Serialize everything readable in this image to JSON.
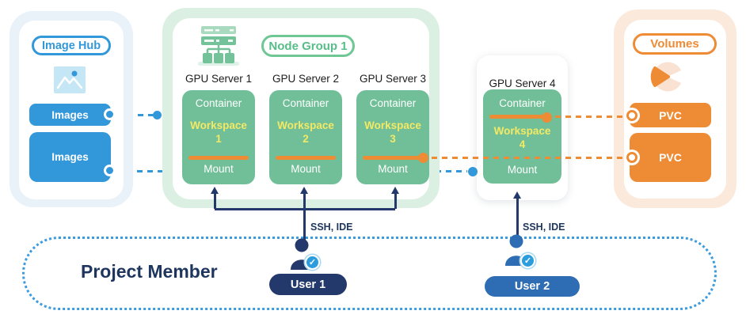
{
  "image_hub": {
    "title": "Image Hub",
    "images": [
      "Images",
      "Images"
    ]
  },
  "node_group": {
    "title": "Node Group 1",
    "servers": [
      {
        "name": "GPU Server 1",
        "container": "Container",
        "workspace": "Workspace 1",
        "mount": "Mount"
      },
      {
        "name": "GPU Server 2",
        "container": "Container",
        "workspace": "Workspace 2",
        "mount": "Mount"
      },
      {
        "name": "GPU Server 3",
        "container": "Container",
        "workspace": "Workspace 3",
        "mount": "Mount"
      }
    ]
  },
  "gpu4": {
    "name": "GPU Server 4",
    "container": "Container",
    "workspace": "Workspace 4",
    "mount": "Mount"
  },
  "volumes": {
    "title": "Volumes",
    "pvcs": [
      "PVC",
      "PVC"
    ]
  },
  "project": {
    "title": "Project Member",
    "ssh_ide": [
      "SSH, IDE",
      "SSH, IDE"
    ],
    "users": [
      "User 1",
      "User 2"
    ],
    "badge_check": "✓"
  },
  "colors": {
    "blue": "#3398DA",
    "green_box": "#71BF98",
    "green_accent": "#57BD89",
    "orange": "#EE8B35",
    "navy": "#24396B",
    "user2_blue": "#2E6DB4",
    "workspace_yellow": "#F3E964",
    "ring_blue": "#E9F1F9",
    "ring_green": "#DCEFE3",
    "ring_peach": "#FBE9DC"
  }
}
